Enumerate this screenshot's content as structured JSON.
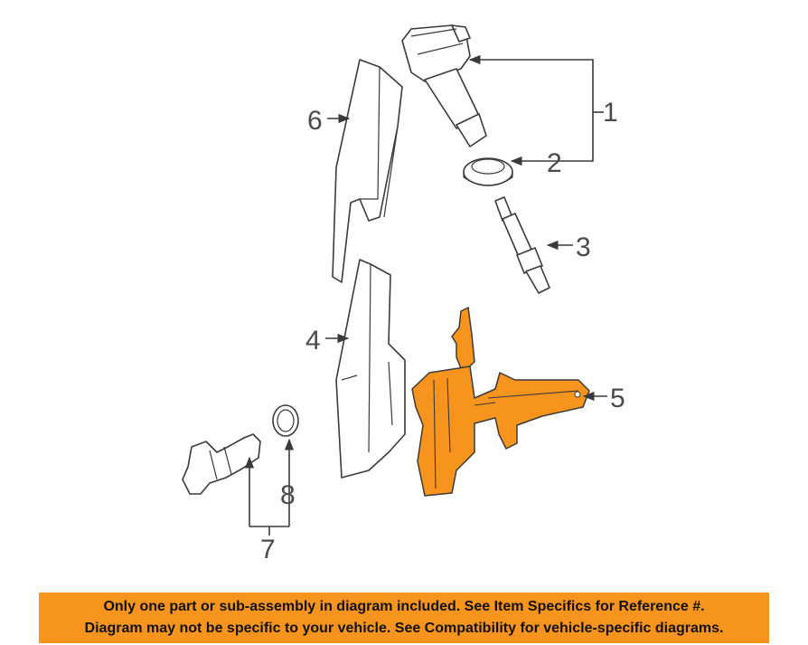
{
  "diagram": {
    "callouts": [
      {
        "id": "1",
        "label": "1"
      },
      {
        "id": "2",
        "label": "2"
      },
      {
        "id": "3",
        "label": "3"
      },
      {
        "id": "4",
        "label": "4"
      },
      {
        "id": "5",
        "label": "5"
      },
      {
        "id": "6",
        "label": "6"
      },
      {
        "id": "7",
        "label": "7"
      },
      {
        "id": "8",
        "label": "8"
      }
    ],
    "highlighted_part": "5",
    "colors": {
      "highlight": "#f7941d",
      "line": "#3a3a3a",
      "label": "#4a4a4a"
    }
  },
  "banner": {
    "line1": "Only one part or sub-assembly in diagram included. See Item Specifics for Reference #.",
    "line2": "Diagram may not be specific to your vehicle. See Compatibility for vehicle-specific diagrams."
  }
}
